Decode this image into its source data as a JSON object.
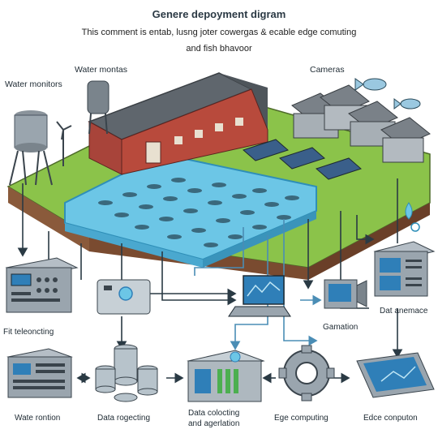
{
  "header": {
    "title": "Genere depoyment digram",
    "subtitle_line1": "This comment is entab, lusng joter cowergas & ecable edge comuting",
    "subtitle_line2": "and fish bhavoor"
  },
  "labels": {
    "water_montas": "Water montas",
    "water_monitors": "Water monitors",
    "cameras": "Cameras",
    "fit_teleoncting": "Fit teleoncting",
    "dat_anemace": "Dat anemace",
    "gamation": "Gamation",
    "wate_rontion": "Wate rontion",
    "data_rogecting": "Data rogecting",
    "data_colocting_line1": "Data colocting",
    "data_colocting_line2": "and agerlation",
    "ege_computing": "Ege computing",
    "edce_conputon": "Edce conputon"
  },
  "colors": {
    "barn_red": "#b84a3c",
    "roof_gray": "#6b7178",
    "water_blue": "#6cc6e6",
    "grass_green": "#8bc34a",
    "soil_brown": "#8a5a3b",
    "device_gray": "#9aa5ae",
    "screen_blue": "#2f7fb8",
    "arrow_dark": "#2a3a44"
  },
  "icons": [
    "water-tower-icon",
    "wind-turbine-icon",
    "barn-icon",
    "fish-pond-icon",
    "camera-shed-icon",
    "fish-icon",
    "solar-panel-icon",
    "water-drop-icon",
    "server-icon",
    "laptop-icon",
    "camera-monitor-icon",
    "gear-icon",
    "coin-stack-icon",
    "tablet-icon",
    "controller-icon"
  ]
}
